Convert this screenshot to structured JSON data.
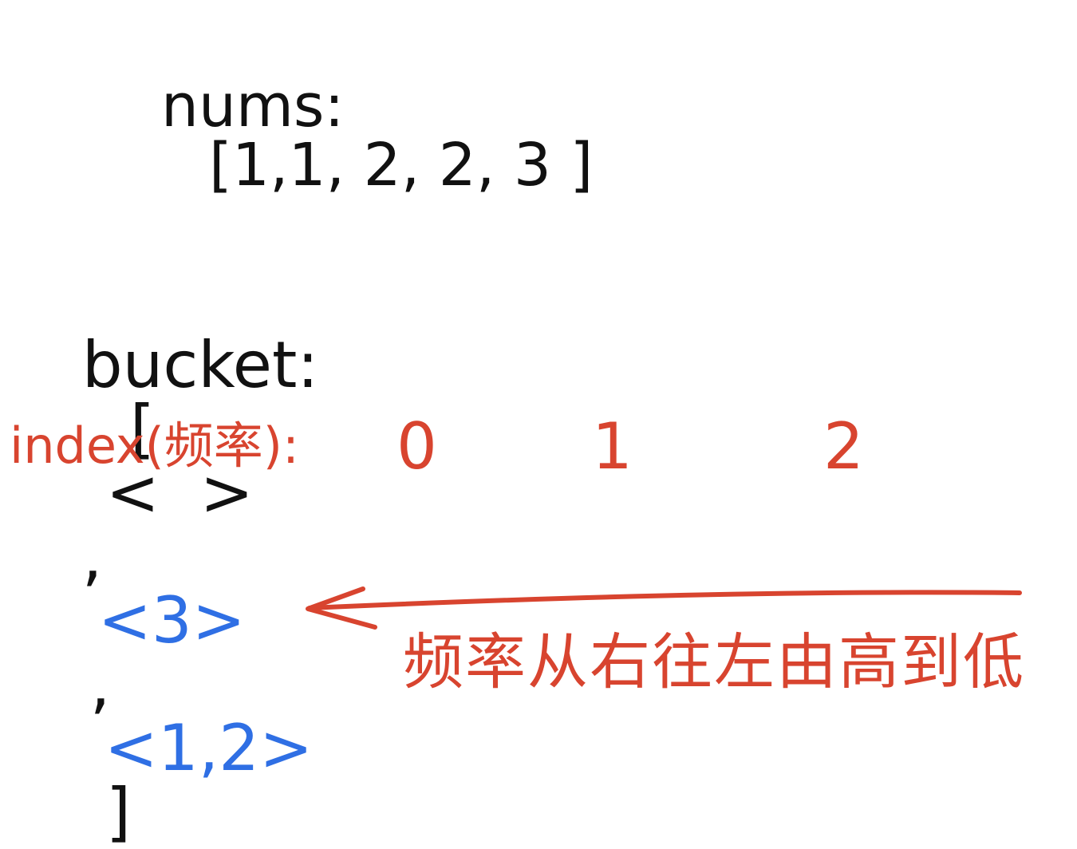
{
  "nums": {
    "label": "nums:",
    "values": "[1,1, 2, 2, 3 ]"
  },
  "bucket": {
    "label": "bucket:",
    "open": "[",
    "empty": "<  >",
    "comma1": ",",
    "slot1": "<3>",
    "comma2": ",",
    "slot2": "<1,2>",
    "close": "]"
  },
  "index": {
    "label": "index(频率):",
    "values": [
      "0",
      "1",
      "2"
    ]
  },
  "caption": "频率从右往左由高到低",
  "colors": {
    "ink": "#111111",
    "blue": "#2f6fe4",
    "red": "#d8442f"
  }
}
